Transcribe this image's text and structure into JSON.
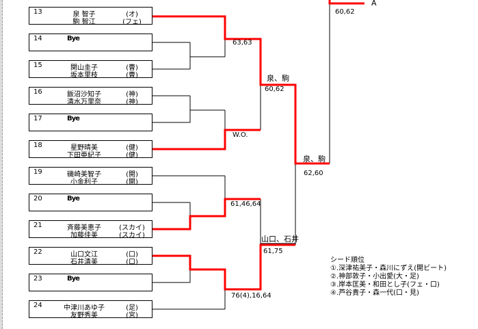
{
  "entries": [
    {
      "no": "13",
      "p1": "泉 智子",
      "c1": "(オ)",
      "p2": "駒 智江",
      "c2": "(フェ)"
    },
    {
      "no": "14",
      "bye": "Bye"
    },
    {
      "no": "15",
      "p1": "関山圭子",
      "c1": "(曹)",
      "p2": "坂本里枝",
      "c2": "(曹)"
    },
    {
      "no": "16",
      "p1": "飯沼沙知子",
      "c1": "(神)",
      "p2": "清水万里奈",
      "c2": "(神)"
    },
    {
      "no": "17",
      "bye": "Bye"
    },
    {
      "no": "18",
      "p1": "星野晴美",
      "c1": "(健)",
      "p2": "下田亜紀子",
      "c2": "(健)"
    },
    {
      "no": "19",
      "p1": "磯崎美智子",
      "c1": "(開)",
      "p2": "小金利子",
      "c2": "(開)"
    },
    {
      "no": "20",
      "bye": "Bye"
    },
    {
      "no": "21",
      "p1": "斉藤美恵子",
      "c1": "(スカイ)",
      "p2": "加藤佳美",
      "c2": "(スカイ)"
    },
    {
      "no": "22",
      "p1": "山口文江",
      "c1": "(口)",
      "p2": "石井清美",
      "c2": "(口)"
    },
    {
      "no": "23",
      "bye": "Bye"
    },
    {
      "no": "24",
      "p1": "中津川あゆ子",
      "c1": "(足)",
      "p2": "友野秀美",
      "c2": "(宮)"
    }
  ],
  "results": {
    "r2a": "63,63",
    "r2b": "W.O.",
    "r2c": "61,46,64",
    "r2d": "76(4),16,64",
    "r3a_winner": "泉、駒",
    "r3a_score": "60,62",
    "r3b_winner": "山口、石井",
    "r3b_score": "61,75",
    "r4_winner": "泉、駒",
    "r4_score": "62,60",
    "final_score": "60,62",
    "final_label": "A"
  },
  "seeds": {
    "title": "シード順位",
    "items": [
      "①.深津祐美子・森川にずえ(開ビート)",
      "②.神部敦子・小出愛(大・足)",
      "③.岸本匡美・和田とし子(フェ・口)",
      "④.芦谷貴子・森一代(口・見)"
    ]
  },
  "colors": {
    "winner_line": "#ff0000",
    "line": "#000000"
  }
}
